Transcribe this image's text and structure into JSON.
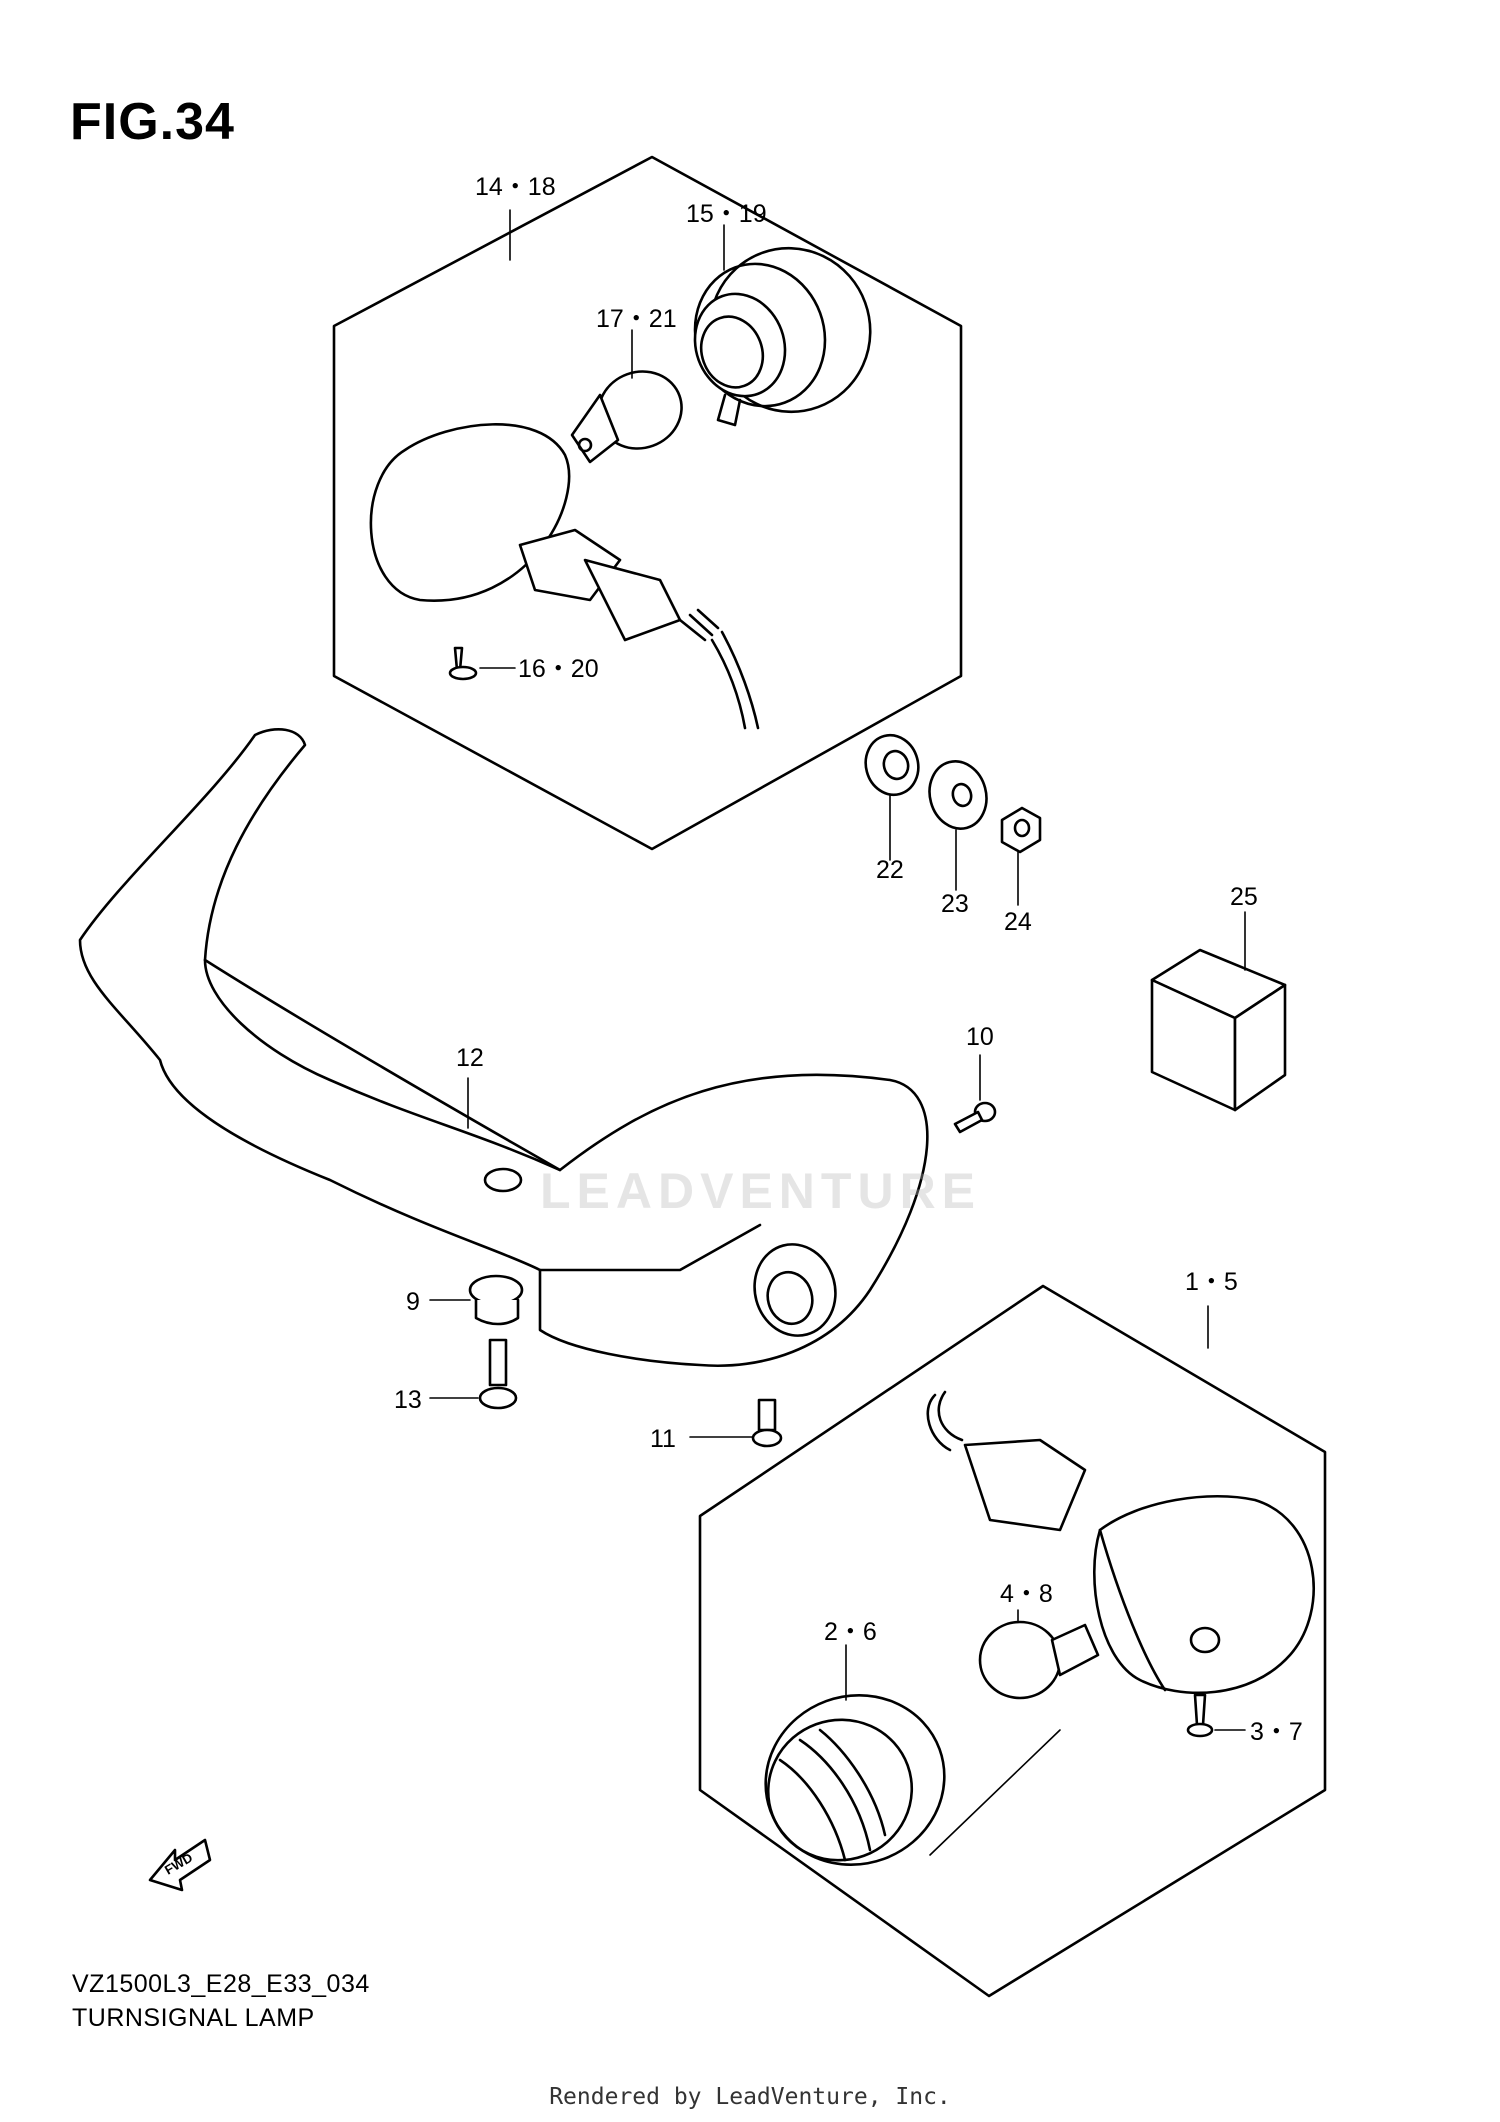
{
  "figure": {
    "title": "FIG.34",
    "code": "VZ1500L3_E28_E33_034",
    "name": "TURNSIGNAL LAMP",
    "rendered_by": "Rendered by LeadVenture, Inc.",
    "watermark": "LEADVENTURE",
    "fwd_label": "FWD"
  },
  "callouts": {
    "c14_18": "14・18",
    "c15_19": "15・19",
    "c17_21": "17・21",
    "c16_20": "16・20",
    "c22": "22",
    "c23": "23",
    "c24": "24",
    "c25": "25",
    "c12": "12",
    "c10": "10",
    "c9": "9",
    "c13": "13",
    "c11": "11",
    "c1_5": "1・5",
    "c4_8": "4・8",
    "c2_6": "2・6",
    "c3_7": "3・7"
  }
}
